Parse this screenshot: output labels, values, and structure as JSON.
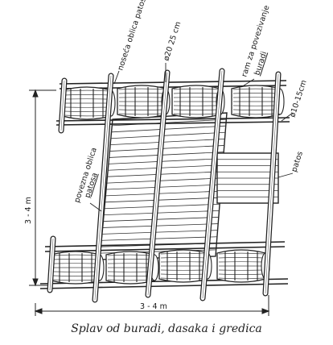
{
  "diagram": {
    "labels": {
      "nosecaOblica": "noseća oblica patosa",
      "diam1": "ø20 25 cm",
      "ramLine1": "ram za povezivanje",
      "ramLine2": "buradi",
      "diam2": "ø10-15cm",
      "poveznaLine1": "povezna oblica",
      "poveznaLine2": "patosa",
      "patos": "patos",
      "dimVertical": "3 - 4 m",
      "dimHorizontal": "3 - 4 m"
    },
    "caption": "Splav od buradi, dasaka i gredica"
  }
}
